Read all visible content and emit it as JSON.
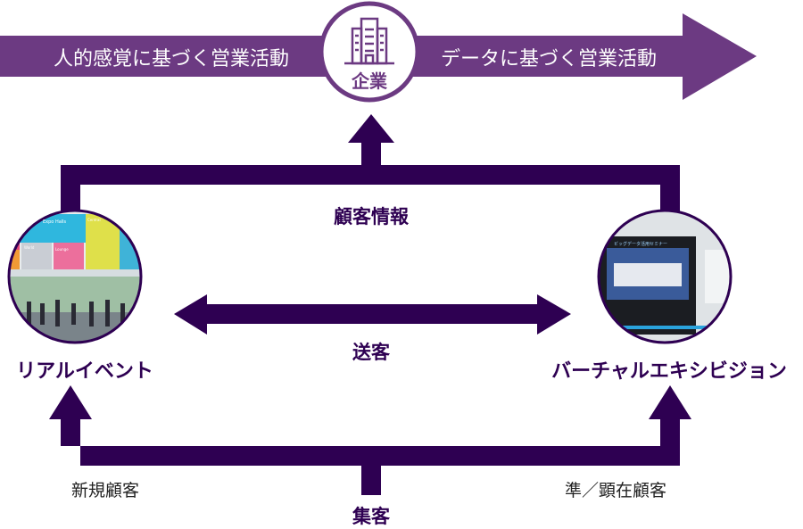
{
  "colors": {
    "dark_purple": "#2e0052",
    "band_purple": "#6c3a82",
    "white": "#ffffff"
  },
  "top_band": {
    "left_text": "人的感覚に基づく営業活動",
    "right_text": "データに基づく営業活動"
  },
  "company": {
    "label": "企業",
    "icon": "office-building-icon"
  },
  "labels": {
    "customer_info": "顧客情報",
    "send_customers": "送客",
    "real_event": "リアルイベント",
    "virtual_exhibition": "バーチャルエキシビジョン",
    "new_customers": "新規顧客",
    "semi_existing_customers": "準／顕在顧客",
    "attract_customers": "集客"
  },
  "real_event_photo": {
    "signs": [
      "Expo Halls",
      "Central",
      "World",
      "Lounge"
    ]
  },
  "virtual_photo": {
    "screen_title": "ビッグデータ活用セミナー"
  }
}
